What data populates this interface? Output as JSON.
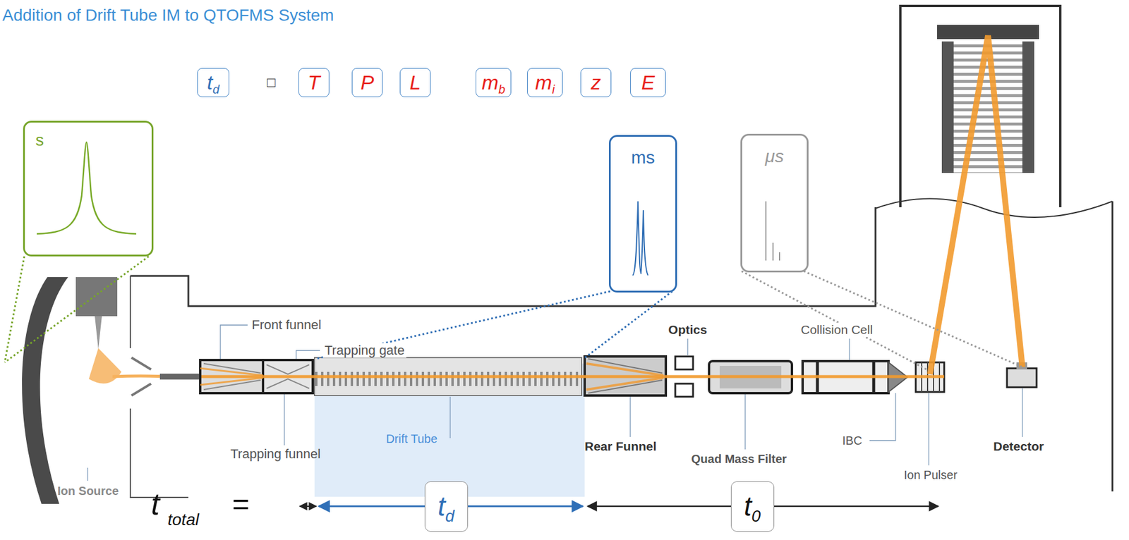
{
  "diagram": {
    "title": "Addition of Drift Tube IM to QTOFMS System",
    "nodes": [
      {
        "text": [
          "t",
          "d"
        ]
      },
      {
        "text": [
          "T"
        ]
      },
      {
        "text": [
          "P"
        ]
      },
      {
        "text": [
          "L"
        ]
      },
      {
        "text": [
          "m",
          "b"
        ]
      },
      {
        "text": [
          "m",
          "i"
        ]
      },
      {
        "text": [
          "z"
        ]
      },
      {
        "text": [
          "E"
        ]
      },
      {
        "text": [
          "s"
        ]
      },
      {
        "text": [
          "ms"
        ]
      },
      {
        "text": [
          "μs"
        ]
      },
      {
        "text": [
          "t",
          "d"
        ]
      },
      {
        "text": [
          "t",
          "0"
        ]
      }
    ],
    "labels": [
      "□",
      "Front funnel",
      "Trapping gate",
      "Trapping funnel",
      "Drift Tube",
      "Rear Funnel",
      "Optics",
      "Quad Mass Filter",
      "Collision Cell",
      "IBC",
      "Ion Pulser",
      "Detector",
      "Ion Source",
      "t",
      "total",
      "="
    ]
  }
}
